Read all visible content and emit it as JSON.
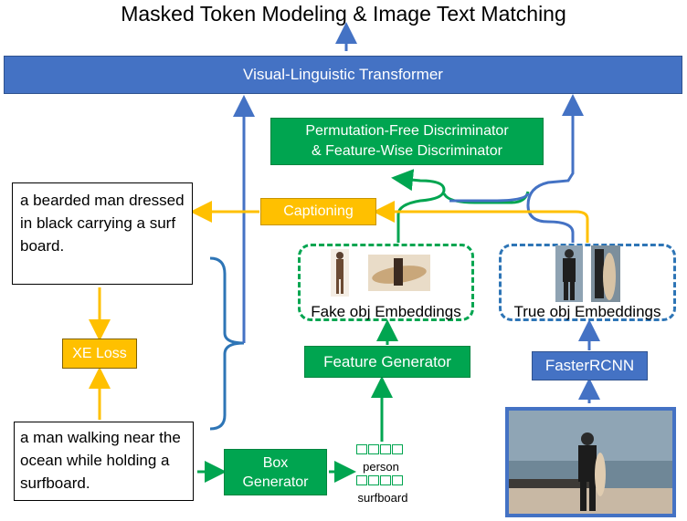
{
  "title": "Masked Token Modeling & Image Text Matching",
  "transformer": "Visual-Linguistic Transformer",
  "discriminator": {
    "line1": "Permutation-Free Discriminator",
    "line2": "& Feature-Wise Discriminator"
  },
  "captioning": "Captioning",
  "generated_caption": "a bearded man dressed in black carrying a surf board.",
  "ground_truth_caption": "a man walking near the ocean while holding a surfboard.",
  "xe_loss": "XE Loss",
  "fake_embeddings": "Fake obj Embeddings",
  "true_embeddings": "True obj Embeddings",
  "feature_generator": "Feature Generator",
  "faster_rcnn": "FasterRCNN",
  "box_generator": {
    "line1": "Box",
    "line2": "Generator"
  },
  "box_labels": {
    "person": "person",
    "surfboard": "surfboard"
  },
  "colors": {
    "blue": "#4472c4",
    "green": "#00a550",
    "orange": "#ffc000",
    "dashed_blue": "#2e75b6"
  }
}
